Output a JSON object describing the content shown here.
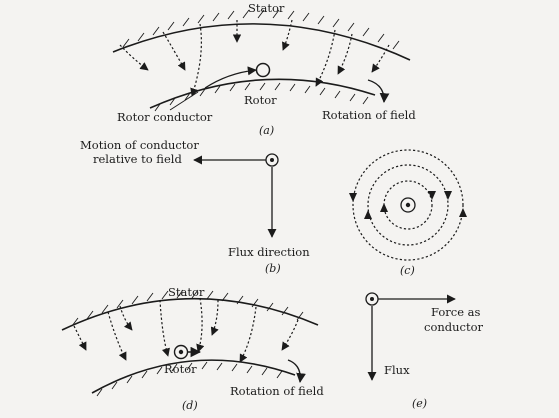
{
  "labels": {
    "a_stator": "Stator",
    "a_rotor": "Rotor",
    "a_rotor_conductor": "Rotor conductor",
    "a_rotation": "Rotation of field",
    "a_caption": "(a)",
    "b_motion_line1": "Motion of conductor",
    "b_motion_line2": "relative to field",
    "b_flux": "Flux direction",
    "b_caption": "(b)",
    "c_caption": "(c)",
    "d_stator": "Stator",
    "d_rotor": "Rotor",
    "d_rotation": "Rotation of field",
    "d_caption": "(d)",
    "e_force_line1": "Force as",
    "e_force_line2": "conductor",
    "e_flux": "Flux",
    "e_caption": "(e)"
  }
}
